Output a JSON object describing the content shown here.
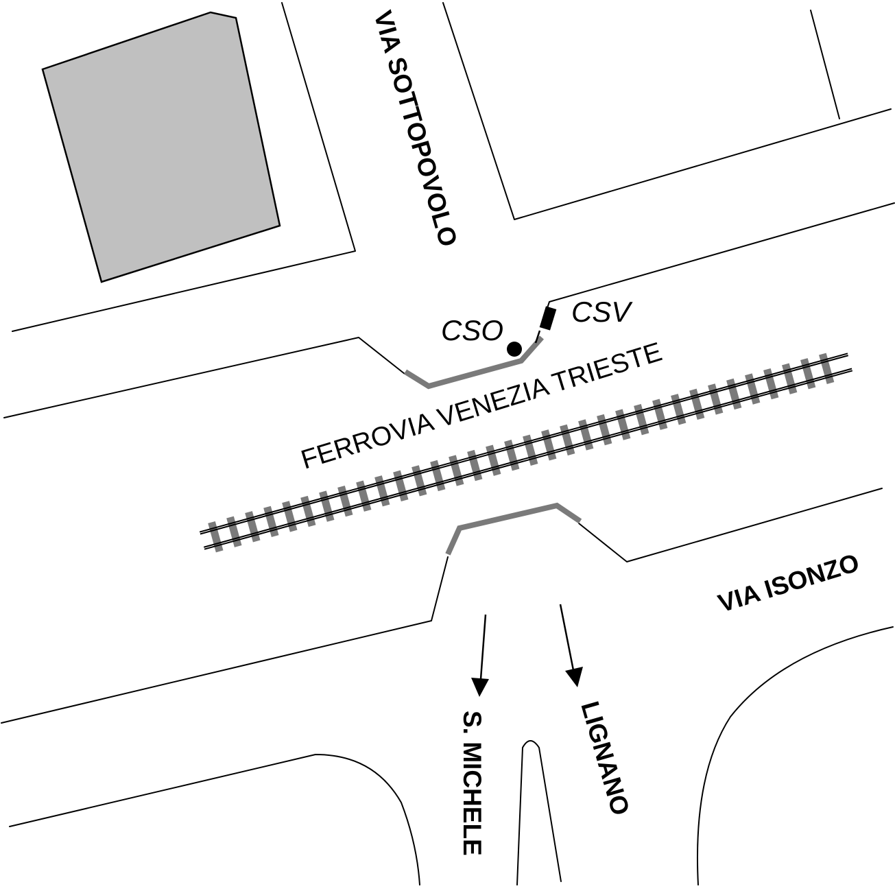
{
  "labels": {
    "road_north": "VIA SOTTOPOVOLO",
    "road_east": "VIA ISONZO",
    "railway": "FERROVIA VENEZIA TRIESTE",
    "signal_o": "CSO",
    "signal_v": "CSV",
    "dest_left": "S. MICHELE",
    "dest_right": "LIGNANO"
  },
  "icons": {
    "signal_o": "filled-circle",
    "signal_v": "filled-rectangle",
    "directions": "down-arrow"
  },
  "colors": {
    "building": "#c0c0c0",
    "barrier": "#7a7a7a",
    "track_ties": "#7a7a7a"
  }
}
